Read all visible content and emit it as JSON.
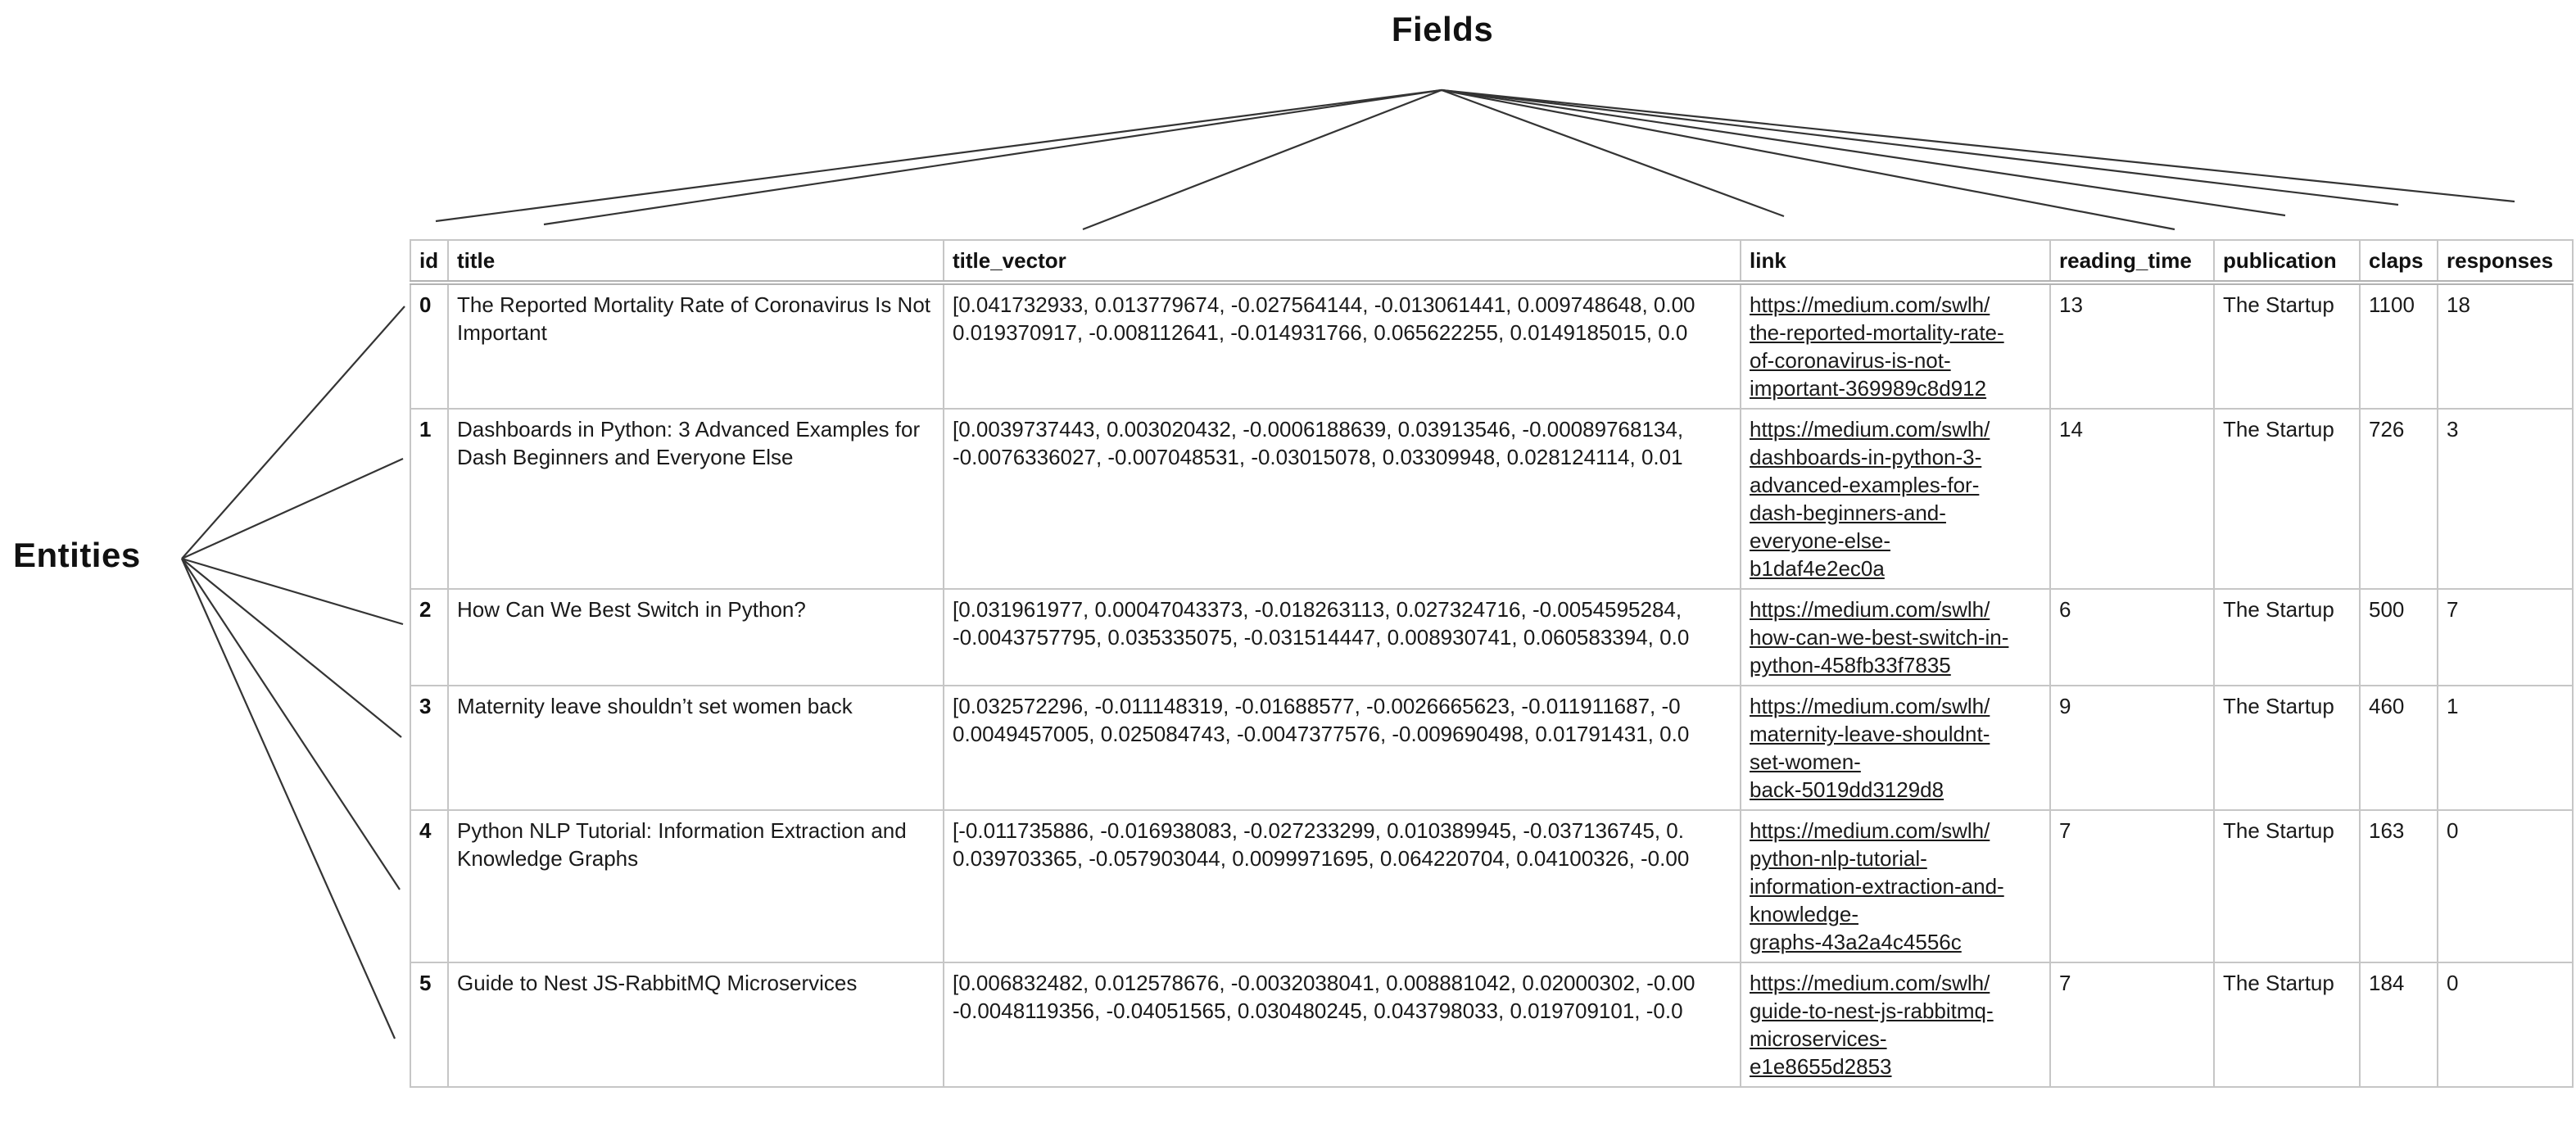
{
  "labels": {
    "fields": "Fields",
    "entities": "Entities"
  },
  "colors": {
    "connector_line": "#343434",
    "table_border": "#c6c6c6",
    "text": "#1a1a1a"
  },
  "table": {
    "columns": [
      "id",
      "title",
      "title_vector",
      "link",
      "reading_time",
      "publication",
      "claps",
      "responses"
    ],
    "rows": [
      {
        "id": "0",
        "title": "The Reported Mortality Rate of Coronavirus Is Not Important",
        "title_vector": "[0.041732933, 0.013779674, -0.027564144, -0.013061441, 0.009748648, 0.00\n0.019370917, -0.008112641, -0.014931766, 0.065622255, 0.0149185015, 0.0",
        "link": "https://medium.com/swlh/\nthe-reported-mortality-rate-\nof-coronavirus-is-not-\nimportant-369989c8d912",
        "reading_time": "13",
        "publication": "The Startup",
        "claps": "1100",
        "responses": "18"
      },
      {
        "id": "1",
        "title": "Dashboards in Python: 3 Advanced Examples for Dash Beginners and Everyone Else",
        "title_vector": "[0.0039737443, 0.003020432, -0.0006188639, 0.03913546, -0.00089768134,\n-0.0076336027, -0.007048531, -0.03015078, 0.03309948, 0.028124114, 0.01",
        "link": "https://medium.com/swlh/\ndashboards-in-python-3-\nadvanced-examples-for-\ndash-beginners-and-\neveryone-else-\nb1daf4e2ec0a",
        "reading_time": "14",
        "publication": "The Startup",
        "claps": "726",
        "responses": "3"
      },
      {
        "id": "2",
        "title": "How Can We Best Switch in Python?",
        "title_vector": "[0.031961977, 0.00047043373, -0.018263113, 0.027324716, -0.0054595284,\n-0.0043757795, 0.035335075, -0.031514447, 0.008930741, 0.060583394, 0.0",
        "link": "https://medium.com/swlh/\nhow-can-we-best-switch-in-\npython-458fb33f7835",
        "reading_time": "6",
        "publication": "The Startup",
        "claps": "500",
        "responses": "7"
      },
      {
        "id": "3",
        "title": "Maternity leave shouldn’t set women back",
        "title_vector": "[0.032572296, -0.011148319, -0.01688577, -0.0026665623, -0.011911687, -0\n0.0049457005, 0.025084743, -0.0047377576, -0.009690498, 0.01791431, 0.0",
        "link": "https://medium.com/swlh/\nmaternity-leave-shouldnt-\nset-women-\nback-5019dd3129d8",
        "reading_time": "9",
        "publication": "The Startup",
        "claps": "460",
        "responses": "1"
      },
      {
        "id": "4",
        "title": "Python NLP Tutorial: Information Extraction and Knowledge Graphs",
        "title_vector": "[-0.011735886, -0.016938083, -0.027233299, 0.010389945, -0.037136745, 0.\n0.039703365, -0.057903044, 0.0099971695, 0.064220704, 0.04100326, -0.00",
        "link": "https://medium.com/swlh/\npython-nlp-tutorial-\ninformation-extraction-and-\nknowledge-\ngraphs-43a2a4c4556c",
        "reading_time": "7",
        "publication": "The Startup",
        "claps": "163",
        "responses": "0"
      },
      {
        "id": "5",
        "title": "Guide to Nest JS-RabbitMQ Microservices",
        "title_vector": "[0.006832482, 0.012578676, -0.0032038041, 0.008881042, 0.02000302, -0.00\n-0.0048119356, -0.04051565, 0.030480245, 0.043798033, 0.019709101, -0.0",
        "link": "https://medium.com/swlh/\nguide-to-nest-js-rabbitmq-\nmicroservices-\ne1e8655d2853",
        "reading_time": "7",
        "publication": "The Startup",
        "claps": "184",
        "responses": "0"
      }
    ]
  }
}
